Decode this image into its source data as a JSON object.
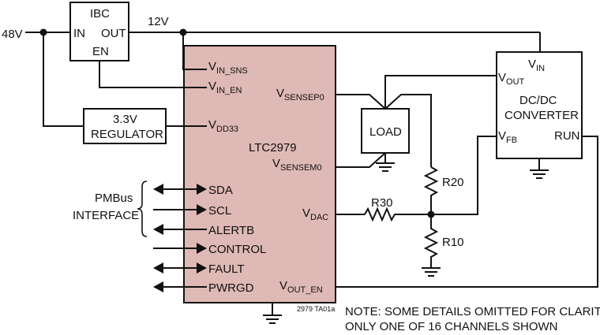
{
  "colors": {
    "ic_fill": "#dfb9b5",
    "line": "#111111",
    "background": "#ffffff"
  },
  "supply": {
    "input": "48V",
    "rail": "12V"
  },
  "ibc": {
    "title": "IBC",
    "in": "IN",
    "out": "OUT",
    "en": "EN"
  },
  "regulator": {
    "line1": "3.3V",
    "line2": "REGULATOR"
  },
  "ic": {
    "name": "LTC2979",
    "pins": {
      "vin_sns": {
        "main": "V",
        "sub": "IN_SNS"
      },
      "vin_en": {
        "main": "V",
        "sub": "IN_EN"
      },
      "vdd33": {
        "main": "V",
        "sub": "DD33"
      },
      "vsensep0": {
        "main": "V",
        "sub": "SENSEP0"
      },
      "vsensem0": {
        "main": "V",
        "sub": "SENSEM0"
      },
      "vdac": {
        "main": "V",
        "sub": "DAC"
      },
      "vout_en": {
        "main": "V",
        "sub": "OUT_EN"
      },
      "sda": "SDA",
      "scl": "SCL",
      "alertb": "ALERTB",
      "control": "CONTROL",
      "fault": "FAULT",
      "pwrgd": "PWRGD"
    },
    "part_code": "2979 TA01a"
  },
  "pmbus": {
    "line1": "PMBus",
    "line2": "INTERFACE"
  },
  "load": {
    "label": "LOAD"
  },
  "converter": {
    "line1": "DC/DC",
    "line2": "CONVERTER",
    "vin": {
      "main": "V",
      "sub": "IN"
    },
    "vout": {
      "main": "V",
      "sub": "OUT"
    },
    "vfb": {
      "main": "V",
      "sub": "FB"
    },
    "run": "RUN"
  },
  "resistors": {
    "r20": "R20",
    "r30": "R30",
    "r10": "R10"
  },
  "notes": {
    "line1": "NOTE: SOME DETAILS OMITTED FOR CLARITY",
    "line2": "ONLY ONE OF 16 CHANNELS SHOWN"
  }
}
